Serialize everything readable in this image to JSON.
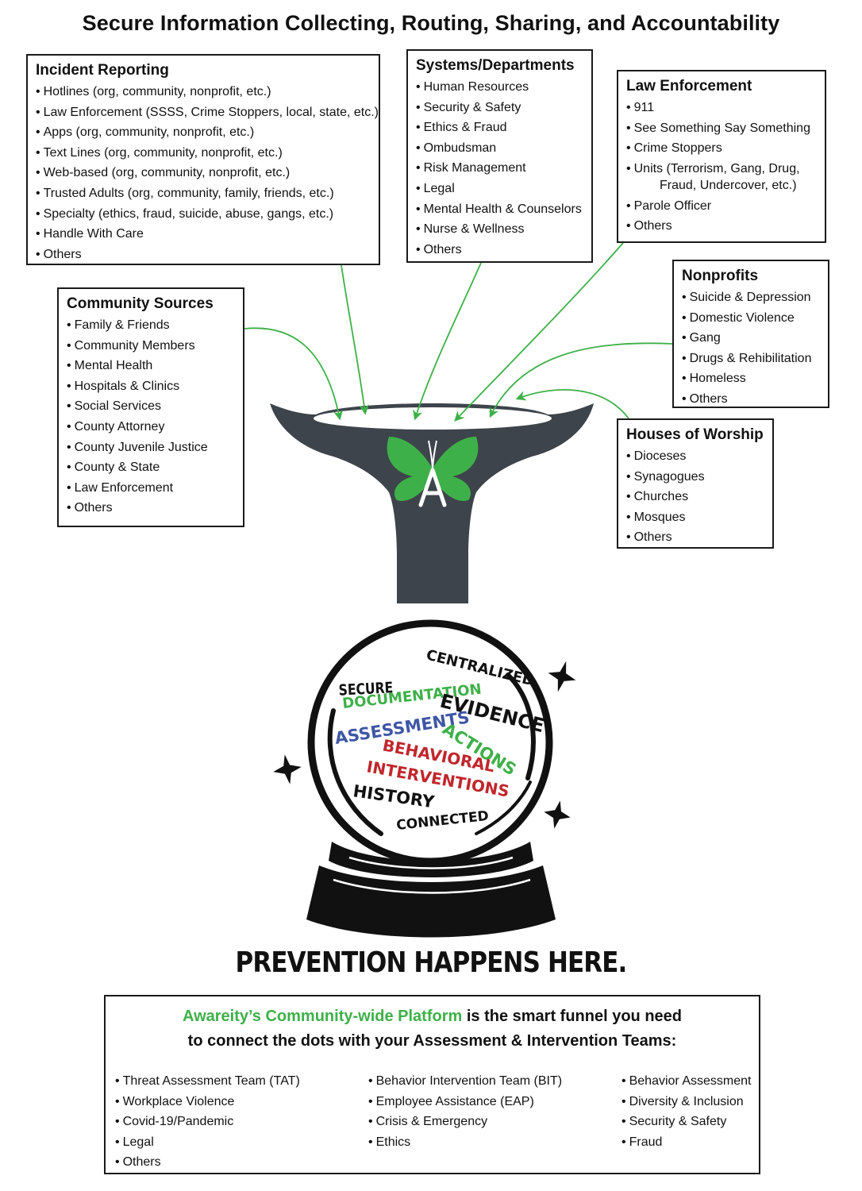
{
  "title": "Secure Information Collecting, Routing, Sharing, and Accountability",
  "colors": {
    "green": "#3eb049",
    "funnel": "#3d444b",
    "blue": "#3e56a6",
    "red": "#c0272d"
  },
  "boxes": {
    "incident": {
      "heading": "Incident Reporting",
      "items": [
        "Hotlines (org, community, nonprofit, etc.)",
        "Law Enforcement (SSSS, Crime Stoppers, local, state, etc.)",
        "Apps (org, community, nonprofit, etc.)",
        "Text Lines (org, community, nonprofit, etc.)",
        "Web-based (org, community, nonprofit, etc.)",
        "Trusted Adults (org, community, family, friends, etc.)",
        "Specialty (ethics, fraud, suicide, abuse, gangs, etc.)",
        "Handle With Care",
        "Others"
      ]
    },
    "systems": {
      "heading": "Systems/Departments",
      "items": [
        "Human Resources",
        "Security & Safety",
        "Ethics & Fraud",
        "Ombudsman",
        "Risk Management",
        "Legal",
        "Mental Health & Counselors",
        "Nurse & Wellness",
        "Others"
      ]
    },
    "law": {
      "heading": "Law Enforcement",
      "items": [
        "911",
        "See Something Say Something",
        "Crime Stoppers"
      ],
      "units_line1": "Units (Terrorism, Gang, Drug,",
      "units_line2": "Fraud, Undercover, etc.)",
      "items_after": [
        "Parole Officer",
        "Others"
      ]
    },
    "community": {
      "heading": "Community Sources",
      "items": [
        "Family & Friends",
        "Community Members",
        "Mental Health",
        "Hospitals & Clinics",
        "Social Services",
        "County Attorney",
        "County Juvenile Justice",
        "County & State",
        "Law Enforcement",
        "Others"
      ]
    },
    "nonprofits": {
      "heading": "Nonprofits",
      "items": [
        "Suicide & Depression",
        "Domestic Violence",
        "Gang",
        "Drugs & Rehibilitation",
        "Homeless",
        "Others"
      ]
    },
    "worship": {
      "heading": "Houses of Worship",
      "items": [
        "Dioceses",
        "Synagogues",
        "Churches",
        "Mosques",
        "Others"
      ]
    }
  },
  "crystal_ball": {
    "words": {
      "secure": "SECURE",
      "centralized": "CENTRALIZED",
      "documentation": "DOCUMENTATION",
      "evidence": "EVIDENCE",
      "assessments": "ASSESSMENTS",
      "actions": "ACTIONS",
      "behavioral": "BEHAVIORAL",
      "interventions": "INTERVENTIONS",
      "history": "HISTORY",
      "connected": "CONNECTED"
    }
  },
  "logo_letter": "A",
  "prevention": "PREVENTION HAPPENS HERE.",
  "bottom": {
    "lead_green": "Awareity’s Community-wide Platform",
    "lead_rest": " is the smart funnel you need",
    "lead_line2": "to connect the dots with your Assessment & Intervention Teams:",
    "col1": [
      "Threat Assessment Team (TAT)",
      "Workplace Violence",
      "Covid-19/Pandemic",
      "Legal",
      "Others"
    ],
    "col2": [
      "Behavior Intervention Team (BIT)",
      "Employee Assistance (EAP)",
      "Crisis & Emergency",
      "Ethics"
    ],
    "col3": [
      "Behavior Assessment",
      "Diversity & Inclusion",
      "Security & Safety",
      "Fraud"
    ]
  }
}
